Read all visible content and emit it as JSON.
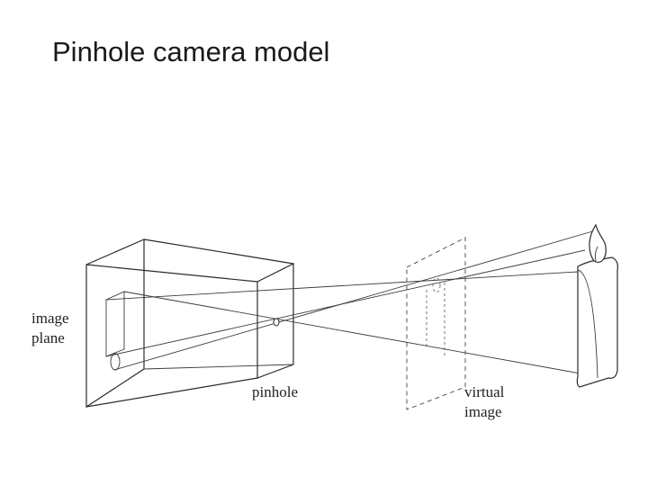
{
  "slide": {
    "title": "Pinhole camera model"
  },
  "labels": {
    "image_plane_line1": "image",
    "image_plane_line2": "plane",
    "pinhole": "pinhole",
    "virtual_line1": "virtual",
    "virtual_line2": "image"
  },
  "colors": {
    "ink": "#2b2b2b",
    "background": "#ffffff"
  }
}
